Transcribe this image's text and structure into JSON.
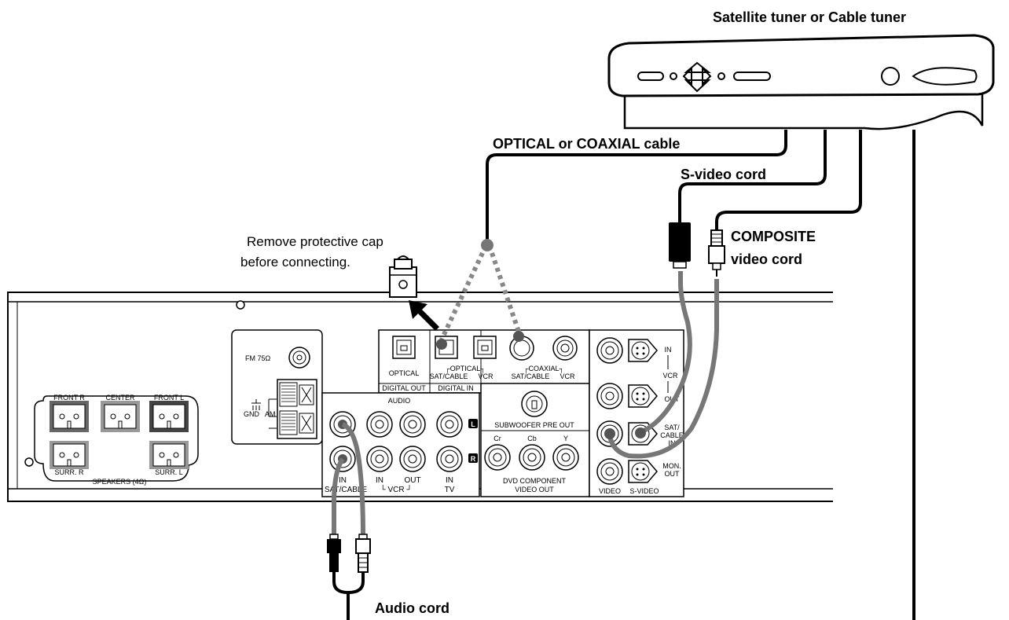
{
  "callouts": {
    "tuner_title": "Satellite tuner or Cable tuner",
    "optical_cable": "OPTICAL or COAXIAL cable",
    "svideo_cord": "S-video cord",
    "composite_line1": "COMPOSITE",
    "composite_line2": "video cord",
    "audio_cord": "Audio cord",
    "cap_note_line1": "Remove protective cap",
    "cap_note_line2": "before connecting."
  },
  "panel": {
    "fm": "FM 75Ω",
    "gnd": "GND",
    "am": "AM",
    "speakers": {
      "front_r": "FRONT  R",
      "center": "CENTER",
      "front_l": "FRONT  L",
      "surr_r": "SURR. R",
      "surr_l": "SURR. L",
      "caption": "SPEAKERS (4Ω)"
    },
    "digital": {
      "optical": "OPTICAL",
      "digital_out": "DIGITAL OUT",
      "digital_in": "DIGITAL IN",
      "optical_group": "┌OPTICAL┐",
      "coaxial_group": "┌COAXIAL┐",
      "sat_cable_opt": "SAT/CABLE",
      "vcr_opt": "VCR",
      "sat_cable_coax": "SAT/CABLE",
      "vcr_coax": "VCR"
    },
    "audio": {
      "title": "AUDIO",
      "l_badge": "L",
      "r_badge": "R",
      "in_1": "IN",
      "sat_cable": "SAT/CABLE",
      "in_2": "IN",
      "out": "OUT",
      "vcr": "└ VCR ┘",
      "in_tv": "IN",
      "tv": "TV"
    },
    "subwoofer": "SUBWOOFER PRE OUT",
    "component": {
      "cr": "Cr",
      "cb": "Cb",
      "y": "Y",
      "caption_1": "DVD COMPONENT",
      "caption_2": "VIDEO OUT"
    },
    "video": {
      "in": "IN",
      "vcr": "VCR",
      "out": "OUT",
      "sat": "SAT/",
      "cable": "CABLE",
      "in2": "IN",
      "mon": "MON.",
      "mon_out": "OUT",
      "video": "VIDEO",
      "svideo": "S-VIDEO"
    }
  }
}
